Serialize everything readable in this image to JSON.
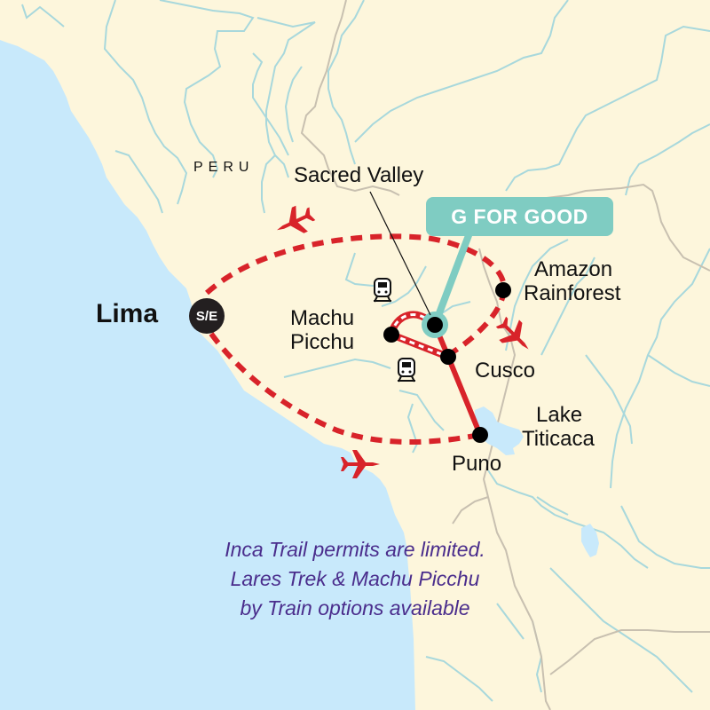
{
  "map": {
    "country_label": "PERU",
    "start_end_badge": "S/E",
    "colors": {
      "land": "#fdf6dc",
      "ocean": "#c8e9fb",
      "river": "#a8d8dc",
      "border": "#c8c0b0",
      "route_red": "#d8232a",
      "teal": "#7fccc2",
      "note_purple": "#4a2d8c"
    },
    "locations": [
      {
        "name": "Lima",
        "type": "start-end"
      },
      {
        "name": "Sacred Valley",
        "type": "stop"
      },
      {
        "name": "Machu Picchu",
        "type": "stop",
        "lines": [
          "Machu",
          "Picchu"
        ]
      },
      {
        "name": "Cusco",
        "type": "stop"
      },
      {
        "name": "Amazon Rainforest",
        "type": "stop",
        "lines": [
          "Amazon",
          "Rainforest"
        ]
      },
      {
        "name": "Lake Titicaca",
        "type": "feature",
        "lines": [
          "Lake",
          "Titicaca"
        ]
      },
      {
        "name": "Puno",
        "type": "stop"
      }
    ],
    "callout": {
      "label": "G FOR GOOD",
      "points_to": "Sacred Valley"
    },
    "transport_icons": [
      "plane-icon",
      "plane-icon",
      "plane-icon",
      "train-icon",
      "train-icon"
    ],
    "note": {
      "lines": [
        "Inca Trail permits are limited.",
        "Lares Trek & Machu Picchu",
        "by Train options available"
      ]
    }
  }
}
